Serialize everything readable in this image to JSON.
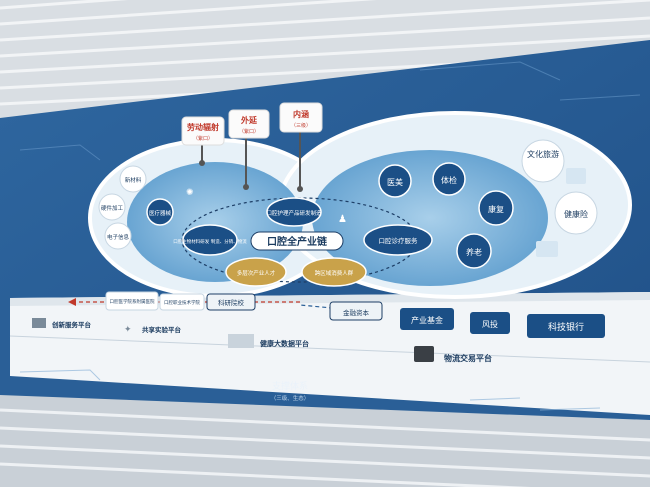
{
  "center": {
    "title": "口腔全产业链"
  },
  "top_labels": [
    {
      "main": "劳动辐射",
      "sub": "（紫口）"
    },
    {
      "main": "外延",
      "sub": "（紫口）"
    },
    {
      "main": "内涵",
      "sub": "（三级）"
    }
  ],
  "left_side": [
    "新材料",
    "硬件加工",
    "电子信息"
  ],
  "left_inner": [
    "医疗器械"
  ],
  "inner_nodes": [
    {
      "label": "口腔护理产品研发制造"
    },
    {
      "label": "口腔生物材料研发 制造、分销、物流"
    },
    {
      "label": "口腔诊疗服务"
    },
    {
      "label": "多层次产业人才"
    },
    {
      "label": "跨区域消费人群"
    }
  ],
  "right_nodes": [
    "医美",
    "体检",
    "康复",
    "养老"
  ],
  "right_outer": [
    "文化旅游",
    "健康险"
  ],
  "arrow_labels": [
    {
      "label": "口腔医学院系附属医院"
    },
    {
      "label": "口腔职业技术学院"
    },
    {
      "label": "科研院校"
    },
    {
      "label": "金融资本"
    }
  ],
  "finance": [
    "产业基金",
    "风投",
    "科技银行"
  ],
  "platforms": [
    "创新服务平台",
    "共享实验平台",
    "健康大数据平台",
    "物流交易平台"
  ],
  "support": {
    "title": "支撑体系",
    "sub": "（三级、生态）"
  },
  "colors": {
    "wall": "#3f78ad",
    "ellipse": "#cfe3f1",
    "inner": "#7fb5de",
    "node": "#1b4f86",
    "gold": "#c9a24a",
    "red": "#c0392b"
  }
}
